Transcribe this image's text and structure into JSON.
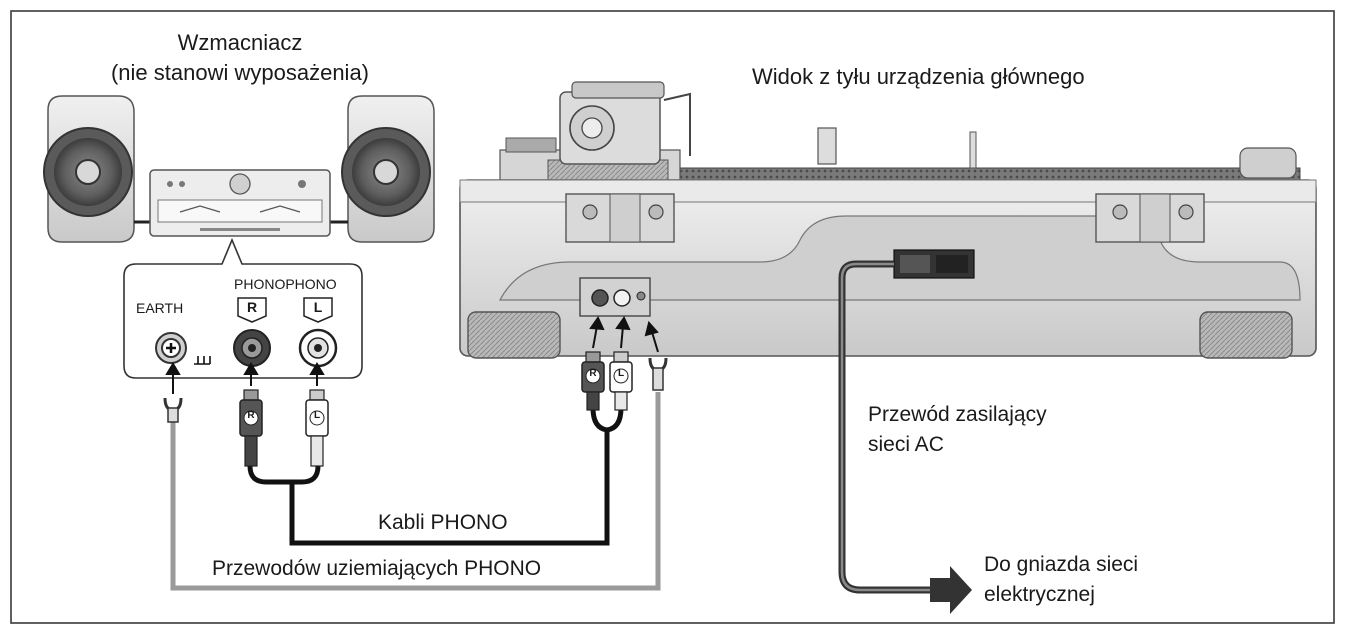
{
  "amplifier": {
    "title_line1": "Wzmacniacz",
    "title_line2": "(nie stanowi wyposażenia)",
    "earth_label": "EARTH",
    "phono_label": "PHONOPHONO",
    "r_tag": "R",
    "l_tag": "L"
  },
  "turntable": {
    "title": "Widok z tyłu urządzenia głównego"
  },
  "cables": {
    "phono_cable": "Kabli PHONO",
    "earth_cable": "Przewodów uziemiających PHONO",
    "power_line1": "Przewód zasilający",
    "power_line2": "sieci AC",
    "outlet_line1": "Do gniazda sieci",
    "outlet_line2": "elektrycznej"
  },
  "plugs": {
    "r": "R",
    "l": "L"
  },
  "colors": {
    "frame": "#3a3a3a",
    "phono_cable": "#111111",
    "earth_cable": "#9a9a9a",
    "power_cable": "#333333",
    "device_body": "#e6e6e6",
    "device_shadow": "#c4c4c4"
  }
}
